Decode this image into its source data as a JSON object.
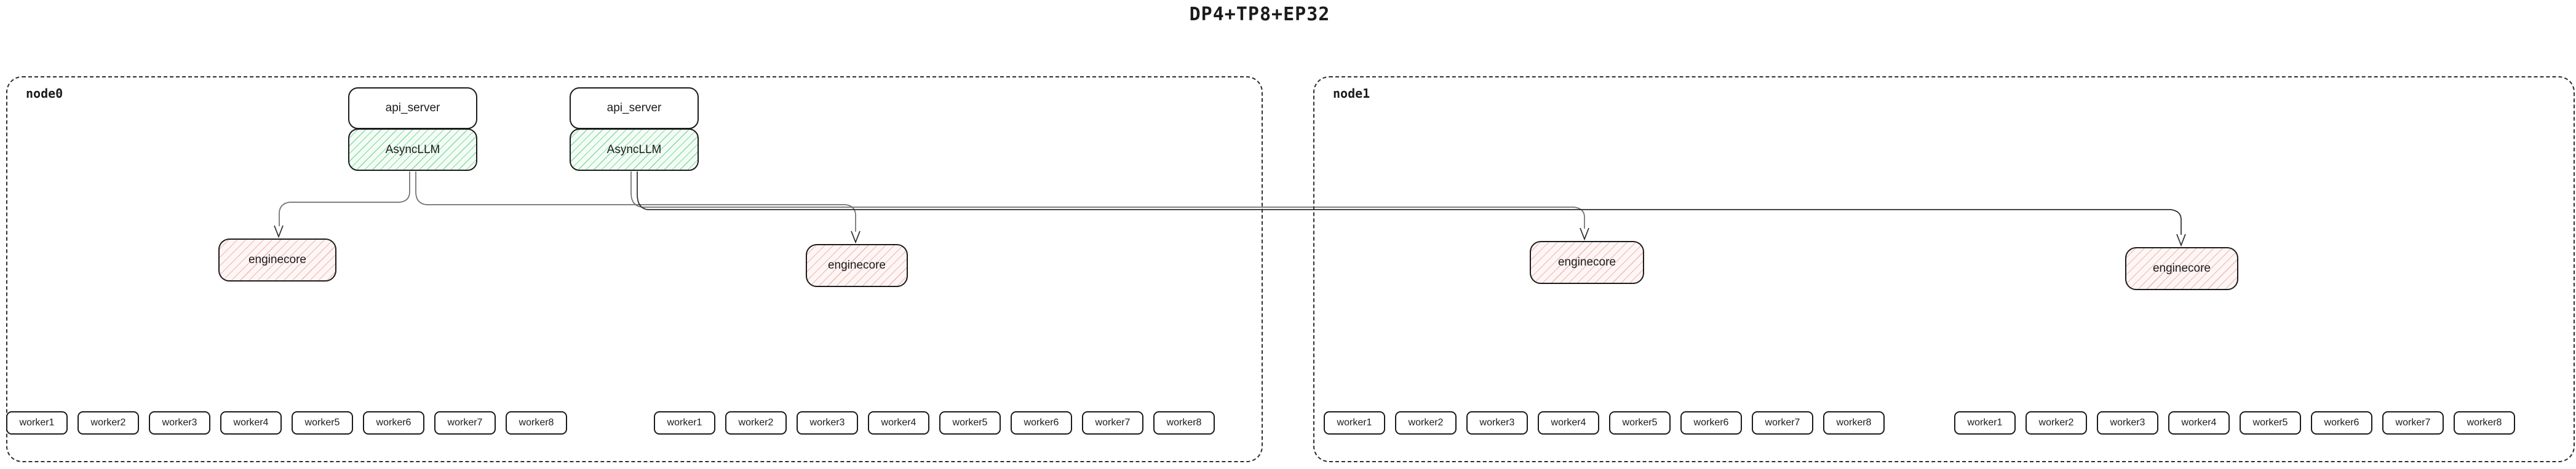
{
  "title": "DP4+TP8+EP32",
  "colors": {
    "edge_gray": "#6f6f6f",
    "edge_dark": "#2b2b2b",
    "box_border": "#1b1b1b",
    "node_border": "#2e2e2e",
    "text": "#1b1b1b",
    "asyncllm_bg": "#f4fcf6",
    "asyncllm_hatch": "#84dba2",
    "enginecore_bg": "#fdf6f5",
    "enginecore_hatch": "#f0b5b1"
  },
  "nodes": [
    {
      "label": "node0",
      "stacks": [
        {
          "api_server": "api_server",
          "async_llm": "AsyncLLM"
        },
        {
          "api_server": "api_server",
          "async_llm": "AsyncLLM"
        }
      ],
      "enginecores": [
        "enginecore",
        "enginecore"
      ],
      "worker_groups": [
        [
          "worker1",
          "worker2",
          "worker3",
          "worker4",
          "worker5",
          "worker6",
          "worker7",
          "worker8"
        ],
        [
          "worker1",
          "worker2",
          "worker3",
          "worker4",
          "worker5",
          "worker6",
          "worker7",
          "worker8"
        ]
      ]
    },
    {
      "label": "node1",
      "enginecores": [
        "enginecore",
        "enginecore"
      ],
      "worker_groups": [
        [
          "worker1",
          "worker2",
          "worker3",
          "worker4",
          "worker5",
          "worker6",
          "worker7",
          "worker8"
        ],
        [
          "worker1",
          "worker2",
          "worker3",
          "worker4",
          "worker5",
          "worker6",
          "worker7",
          "worker8"
        ]
      ]
    }
  ]
}
